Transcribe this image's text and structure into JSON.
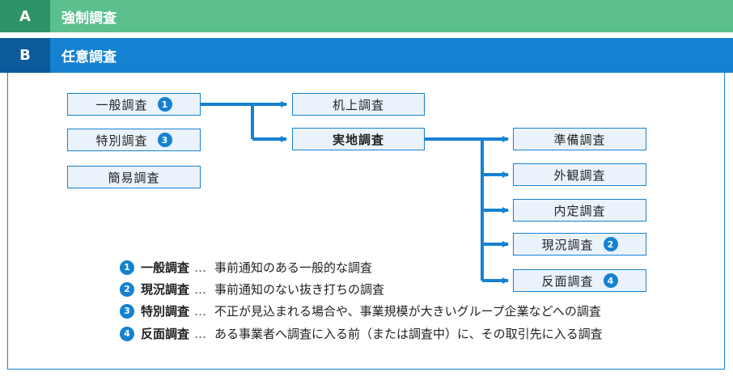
{
  "bar_a": {
    "letter": "A",
    "title": "強制調査"
  },
  "bar_b": {
    "letter": "B",
    "title": "任意調査"
  },
  "nodes": {
    "ippan": {
      "label": "一般調査",
      "badge": "1"
    },
    "tokubetsu": {
      "label": "特別調査",
      "badge": "3"
    },
    "kani": {
      "label": "簡易調査"
    },
    "kijo": {
      "label": "机上調査"
    },
    "jitchi": {
      "label": "実地調査"
    },
    "junbi": {
      "label": "準備調査"
    },
    "gaikan": {
      "label": "外観調査"
    },
    "naitei": {
      "label": "内定調査"
    },
    "genkyo": {
      "label": "現況調査",
      "badge": "2"
    },
    "hanmen": {
      "label": "反面調査",
      "badge": "4"
    }
  },
  "notes": [
    {
      "badge": "1",
      "term": "一般調査",
      "dots": "…",
      "text": "事前通知のある一般的な調査"
    },
    {
      "badge": "2",
      "term": "現況調査",
      "dots": "…",
      "text": "事前通知のない抜き打ちの調査"
    },
    {
      "badge": "3",
      "term": "特別調査",
      "dots": "…",
      "text": "不正が見込まれる場合や、事業規模が大きいグループ企業などへの調査"
    },
    {
      "badge": "4",
      "term": "反面調査",
      "dots": "…",
      "text": "ある事業者へ調査に入る前（または調査中）に、その取引先に入る調査"
    }
  ],
  "colors": {
    "accent": "#1582d1",
    "green": "#5bbf8d",
    "node_fill": "#eaf3fb"
  }
}
